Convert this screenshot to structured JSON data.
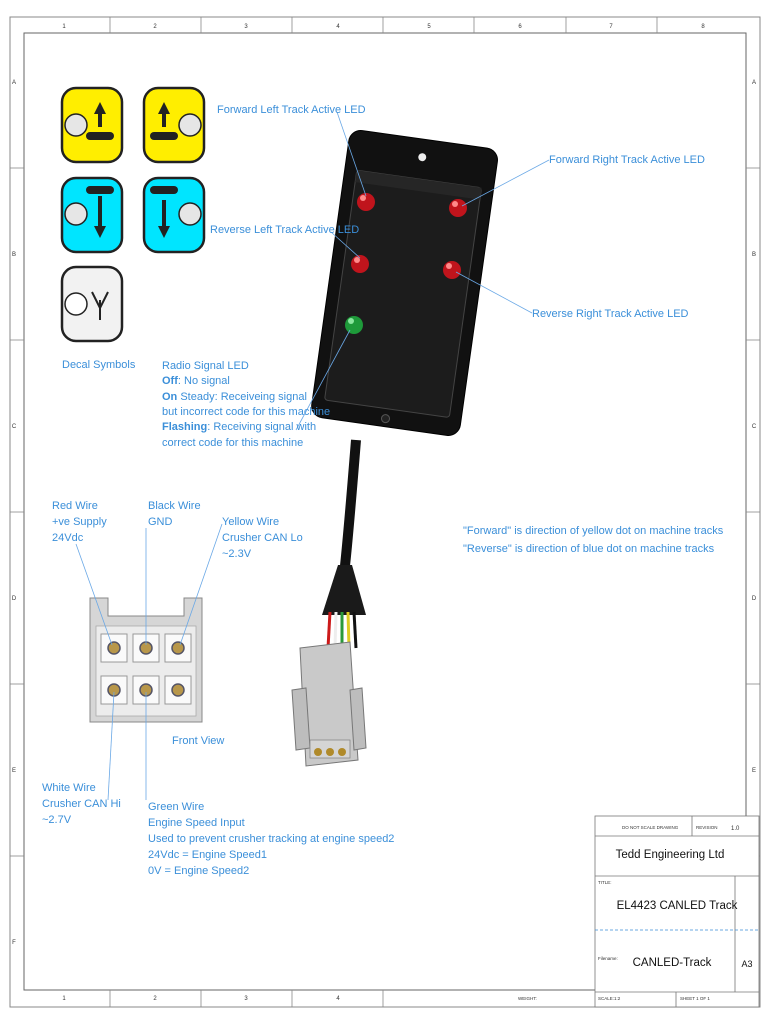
{
  "border": {
    "top_cols": [
      "1",
      "2",
      "3",
      "4",
      "5",
      "6",
      "7",
      "8"
    ],
    "bottom_cols": [
      "1",
      "2",
      "3",
      "4"
    ],
    "rows": [
      "A",
      "B",
      "C",
      "D",
      "E",
      "F"
    ]
  },
  "decal": {
    "label": "Decal Symbols"
  },
  "leds": {
    "fwd_left": "Forward Left Track Active LED",
    "fwd_right": "Forward Right Track Active LED",
    "rev_left": "Reverse Left Track Active LED",
    "rev_right": "Reverse Right Track Active LED"
  },
  "radio": {
    "title": "Radio Signal LED",
    "off_key": "Off",
    "off_text": ": No signal",
    "on_key": "On",
    "on_text": " Steady: Receiveing signal",
    "on_text2": "but incorrect code for this machine",
    "flash_key": "Flashing",
    "flash_text": ": Receiving signal with",
    "flash_text2": "correct code for this machine"
  },
  "notes": {
    "forward": "\"Forward\" is direction of yellow dot on machine tracks",
    "reverse": "\"Reverse\" is direction of blue dot on machine tracks"
  },
  "wires": {
    "red": [
      "Red Wire",
      "+ve Supply",
      "24Vdc"
    ],
    "black": [
      "Black Wire",
      "GND"
    ],
    "yellow": [
      "Yellow Wire",
      "Crusher CAN Lo",
      "~2.3V"
    ],
    "white": [
      "White Wire",
      "Crusher CAN Hi",
      "~2.7V"
    ],
    "green": [
      "Green Wire",
      "Engine Speed Input",
      "Used to prevent crusher tracking at engine speed2",
      "24Vdc = Engine Speed1",
      "0V = Engine Speed2"
    ]
  },
  "connector": {
    "front_view": "Front View"
  },
  "title_block": {
    "do_not_scale": "DO NOT SCALE DRAWING",
    "revision_label": "REVISION",
    "revision": "1.0",
    "company": "Tedd Engineering Ltd",
    "title_label": "TITLE:",
    "title": "EL4423 CANLED Track",
    "filename_label": "Filename:",
    "filename": "CANLED-Track",
    "size": "A3",
    "scale": "SCALE:1:2",
    "sheet": "SHEET 1 OF 1",
    "weight": "WEIGHT:"
  },
  "colors": {
    "annotation": "#3b8fd9",
    "decal_yellow": "#ffee00",
    "decal_cyan": "#00e5ff",
    "led_red": "#c0141c",
    "led_green": "#1e9a3a"
  }
}
